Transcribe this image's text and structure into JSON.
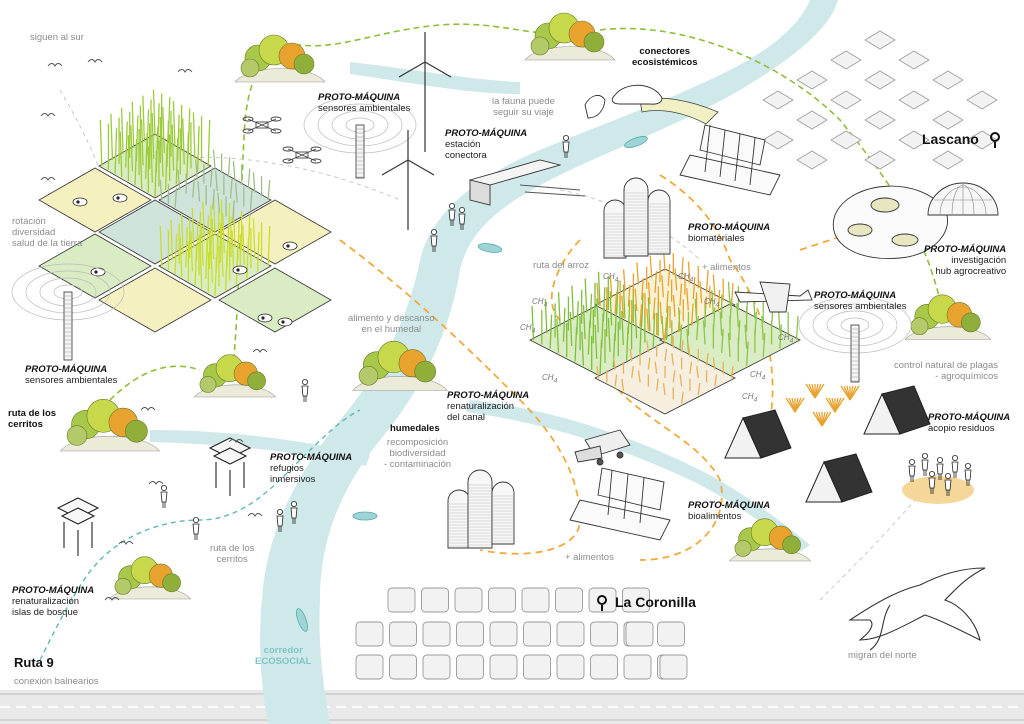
{
  "colors": {
    "river": "#cfe9ea",
    "river_edge": "#b5dcde",
    "route_orange": "#f2a93b",
    "route_green": "#8fbf3a",
    "route_teal": "#5fb9b4",
    "field_yellow": "#f5f0c0",
    "field_green": "#d9ecc4",
    "field_teal": "#cfe3da",
    "grass": "#9ccb3a",
    "tree_green": "#a8c84a",
    "tree_orange": "#e8a22e",
    "hill": "#ecebd9",
    "tile": "#f2f2f2",
    "tile_edge": "#9a9a9a"
  },
  "places": {
    "lascano": "Lascano",
    "la_coronilla": "La Coronilla",
    "ruta9": "Ruta 9",
    "ruta9_sub": "conexión balnearios"
  },
  "proto": "PROTO-MÁQUINA",
  "labels": {
    "sensores_left": "sensores ambientales",
    "sensores_top": "sensores ambientales",
    "sensores_right": "sensores ambientales",
    "estacion_1": "estación",
    "estacion_2": "conectora",
    "biomateriales": "biomateriales",
    "investigacion_1": "investigación",
    "investigacion_2": "hub agrocreativo",
    "acopio": "acopio residuos",
    "refugios_1": "refugios",
    "refugios_2": "inmersivos",
    "renat_canal_1": "renaturalización",
    "renat_canal_2": "del canal",
    "bioalimentos": "bioalimentos",
    "renat_islas_1": "renaturalización",
    "renat_islas_2": "islas de bosque"
  },
  "notes": {
    "siguen_al_sur": "siguen al sur",
    "rotacion_1": "rotación",
    "rotacion_2": "diversidad",
    "rotacion_3": "salud de la tierra",
    "conectores_1": "conectores",
    "conectores_2": "ecosistémicos",
    "fauna_1": "la fauna puede",
    "fauna_2": "seguir su viaje",
    "ruta_arroz": "ruta del arroz",
    "mas_alimentos_1": "+ alimentos",
    "mas_alimentos_2": "+ alimentos",
    "alimento_1": "alimento y descanso",
    "alimento_2": "en el humedal",
    "humedales": "humedales",
    "recomp_1": "recomposición",
    "recomp_2": "biodiversidad",
    "recomp_3": "- contaminación",
    "ruta_cerritos_bold_1": "ruta de los",
    "ruta_cerritos_bold_2": "cerritos",
    "ruta_cerritos_1": "ruta de los",
    "ruta_cerritos_2": "cerritos",
    "control_1": "control natural de plagas",
    "control_2": "- agroquímicos",
    "corredor_1": "corredor",
    "corredor_2": "ECOSOCIAL",
    "migran": "migran del norte"
  },
  "ch4": "CH",
  "ch4_sub": "4",
  "icons": {
    "pin": "location-pin-icon",
    "bird": "bird-icon",
    "drone": "drone-icon",
    "turbine": "wind-turbine-icon",
    "tractor": "harvester-icon",
    "airplane": "crop-plane-icon"
  }
}
